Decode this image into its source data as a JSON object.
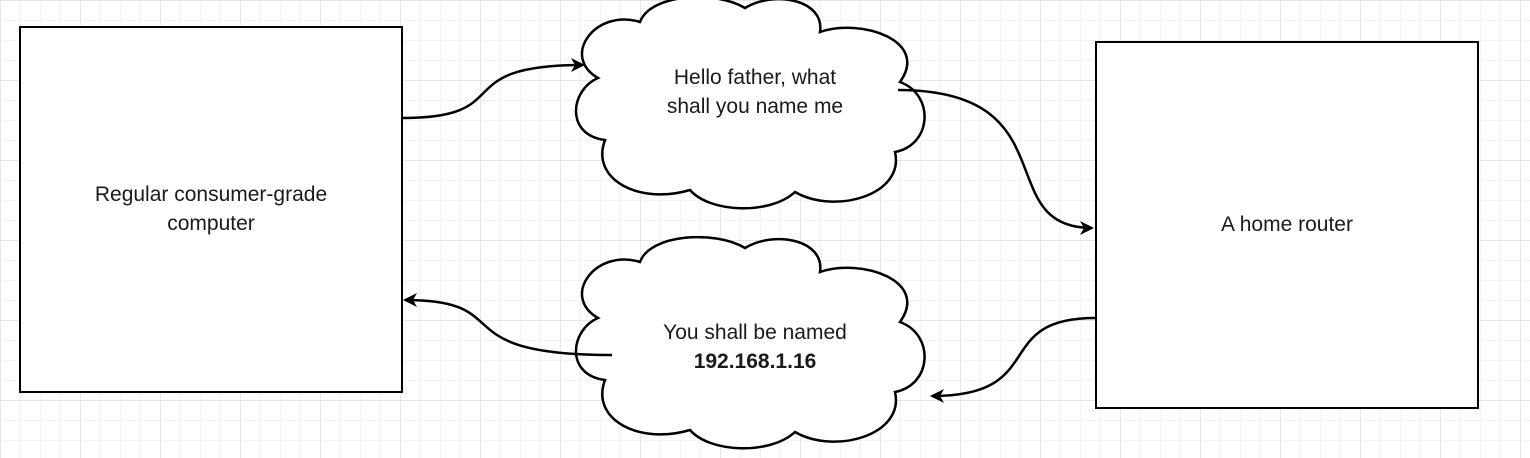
{
  "nodes": {
    "computer": {
      "label_line1": "Regular consumer-grade",
      "label_line2": "computer"
    },
    "router": {
      "label": "A home router"
    },
    "request_cloud": {
      "line1": "Hello father, what",
      "line2": "shall you name me"
    },
    "response_cloud": {
      "line1": "You shall be named",
      "ip_address": "192.168.1.16"
    }
  },
  "colors": {
    "stroke": "#000000",
    "fill": "#ffffff",
    "grid_major": "#e6e6e6",
    "grid_minor": "#f3f3f3"
  }
}
